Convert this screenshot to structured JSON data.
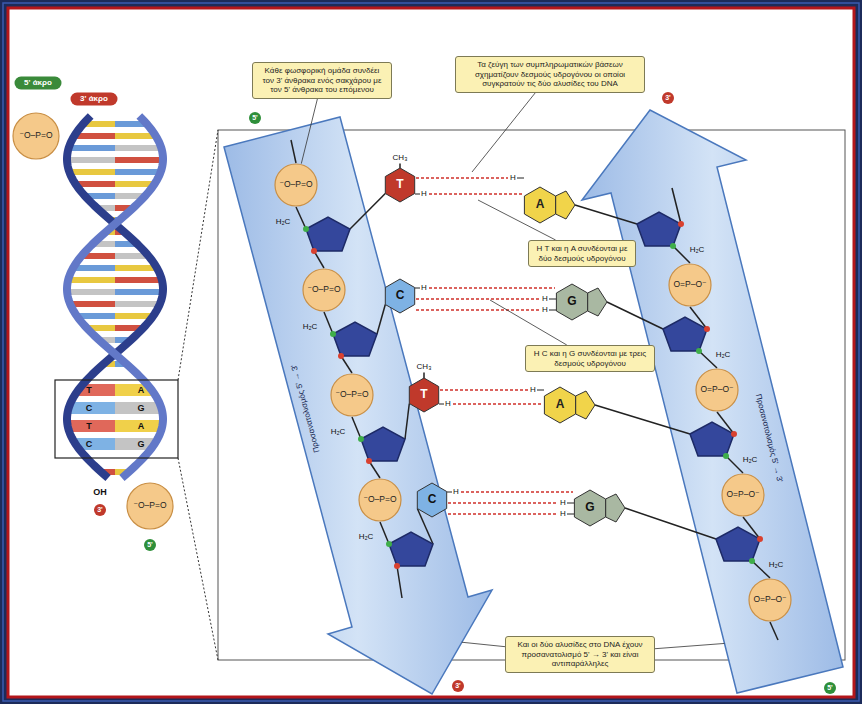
{
  "diagram": {
    "nodes": [
      {
        "text": [
          "5' άκρο"
        ]
      },
      {
        "text": [
          "⁻O–P=O"
        ]
      },
      {
        "text": [
          "3' άκρο"
        ]
      },
      {
        "text": [
          "Κάθε φωσφορική ομάδα συνδέει τον 3' άνθρακα ενός σακχάρου με τον 5' άνθρακα του επόμενου"
        ]
      },
      {
        "text": [
          "Τα ζεύγη των συμπληρωματικών βάσεων σχηματίζουν δεσμούς υδρογόνου οι οποίοι συγκρατούν τις δύο αλυσίδες του DNA"
        ]
      },
      {
        "text": [
          "5'"
        ]
      },
      {
        "text": [
          "3'"
        ]
      },
      {
        "text": [
          "Προσανατολισμός 5' → 3'"
        ]
      },
      {
        "text": [
          "⁻O–P=O"
        ],
        "in": 7
      },
      {
        "text": [
          "⁻O–P=O"
        ],
        "in": 7
      },
      {
        "text": [
          "⁻O–P=O"
        ],
        "in": 7
      },
      {
        "text": [
          "⁻O–P=O"
        ],
        "in": 7
      },
      {
        "text": [
          "Προσανατολισμός 5' → 3'"
        ]
      },
      {
        "text": [
          "O=P–O⁻"
        ],
        "in": 12
      },
      {
        "text": [
          "O=P–O⁻"
        ],
        "in": 12
      },
      {
        "text": [
          "O=P–O⁻"
        ],
        "in": 12
      },
      {
        "text": [
          "O=P–O⁻"
        ],
        "in": 12
      },
      {
        "text": [
          "T"
        ]
      },
      {
        "text": [
          "A"
        ]
      },
      {
        "text": [
          "C"
        ]
      },
      {
        "text": [
          "G"
        ]
      },
      {
        "text": [
          "T"
        ]
      },
      {
        "text": [
          "A"
        ]
      },
      {
        "text": [
          "C"
        ]
      },
      {
        "text": [
          "G"
        ]
      },
      {
        "text": [
          "Η T και η A συνδέονται με δύο δεσμούς υδρογόνου"
        ]
      },
      {
        "text": [
          "Η C και η G συνδέονται με τρεις δεσμούς υδρογόνου"
        ]
      },
      {
        "text": [
          "⁻O–P=O"
        ]
      },
      {
        "text": [
          "3'"
        ]
      },
      {
        "text": [
          "5'"
        ]
      },
      {
        "text": [
          "Και οι δύο αλυσίδες στο DNA έχουν προσανατολισμό 5' → 3' και είναι αντιπαράλληλες"
        ]
      },
      {
        "text": [
          "3'"
        ]
      },
      {
        "text": [
          "5'"
        ]
      }
    ],
    "edges": [
      {
        "from": 3,
        "to": 8,
        "arrow": "none"
      },
      {
        "from": 30,
        "to": 7,
        "arrow": "none"
      },
      {
        "from": 30,
        "to": 12,
        "arrow": "none"
      }
    ],
    "labels": [
      "T",
      "A",
      "C",
      "G",
      "T",
      "A",
      "C",
      "G",
      "OH",
      "CH₃",
      "CH₃",
      "H₂C",
      "H₂C",
      "H₂C",
      "H₂C",
      "H₂C",
      "H₂C",
      "H₂C",
      "H₂C",
      "H",
      "H",
      "H",
      "H",
      "H",
      "H",
      "H",
      "H",
      "H",
      "H"
    ]
  }
}
